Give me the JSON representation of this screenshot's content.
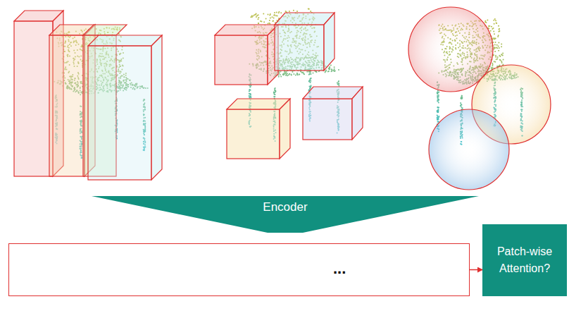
{
  "diagram": {
    "nodes": [
      {
        "text": [
          "Encoder"
        ]
      },
      {
        "text": [
          "..."
        ]
      },
      {
        "text": [
          "Patch-wise Attention?"
        ]
      }
    ],
    "edges": [
      {
        "from": 1,
        "to": 2,
        "arrow": "to"
      }
    ]
  }
}
